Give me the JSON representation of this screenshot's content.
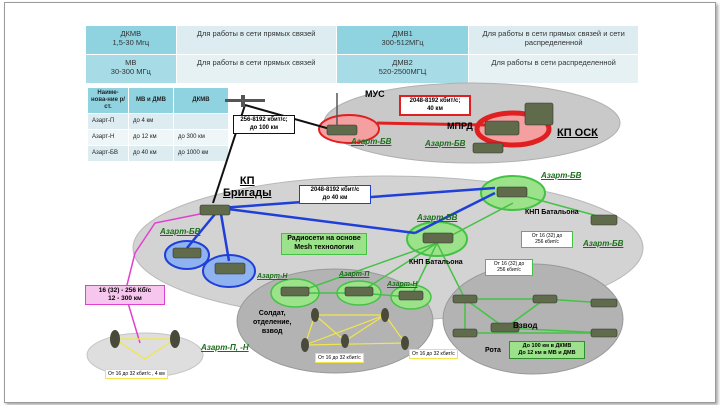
{
  "bands_table": [
    {
      "band": "ДКМВ",
      "freq": "1,5-30 Мгц",
      "use": "Для работы в сети прямых связей",
      "band2": "ДМВ1",
      "freq2": "300-512МГц",
      "use2": "Для работы в сети прямых связей и сети распределенной"
    },
    {
      "band": "МВ",
      "freq": "30-300 МГц",
      "use": "Для работы в сети прямых связей",
      "band2": "ДМВ2",
      "freq2": "520-2500МГЦ",
      "use2": "Для работы в сети распределенной"
    }
  ],
  "ranges_table": {
    "headers": [
      "Наиме-нова-ние р/ст.",
      "МВ и ДМВ",
      "ДКМВ"
    ],
    "rows": [
      [
        "Азарт-П",
        "до 4 км",
        ""
      ],
      [
        "Азарт-Н",
        "до 12 км",
        "до 300 км"
      ],
      [
        "Азарт-БВ",
        "до 40 км",
        "до 1000 км"
      ]
    ]
  },
  "labels": {
    "mus": "МУС",
    "mprd": "МПРД",
    "kp_osk": "КП ОСК",
    "kp_brigady_1": "КП",
    "kp_brigady_2": "Бригады",
    "knp_bat_top": "КНП Батальона",
    "knp_bat_mid": "КНП Батальона",
    "mesh_1": "Радиосети на основе",
    "mesh_2": "Mesh технологии",
    "soldier_1": "Солдат,",
    "soldier_2": "отделение,",
    "soldier_3": "взвод",
    "vzvod": "Взвод",
    "rota": "Рота"
  },
  "unit_names": {
    "azart_bv_osk1": "Азарт-БВ",
    "azart_bv_osk2": "Азарт-БВ",
    "azart_bv_brig": "Азарт-БВ",
    "azart_bv_knp_top": "Азарт-БВ",
    "azart_bv_knp_mid": "Азарт-БВ",
    "azart_bv_right": "Азарт-БВ",
    "azart_n_1": "Азарт-Н",
    "azart_p": "Азарт-П",
    "azart_n_2": "Азарт-Н",
    "azart_pn": "Азарт-П, -Н"
  },
  "link_labels": {
    "uav_1": "256-8192 кбит/с;",
    "uav_2": "до 100 км",
    "osk_1": "2048-8192 кбит/с;",
    "osk_2": "40 км",
    "brig_1": "2048-8192 кбит/с",
    "brig_2": "до 40 км",
    "hf_1": "16 (32) - 256 Кб/с",
    "hf_2": "12 - 300 км",
    "knp_right_1": "От 16 (32) до",
    "knp_right_2": "256 кбит/с",
    "knp_mid_1": "От 16 (32) до",
    "knp_mid_2": "256 кбит/с",
    "sold_a": "От 16 до 32 кбит/с",
    "sold_b": "От 16 до 32 кбит/с",
    "rota_1": "До 100 км в ДКМВ",
    "rota_2": "До 12 км в МВ и ДМВ",
    "azart_pn_link": "От 16 до 32 кбит/с , 4 км"
  },
  "colors": {
    "table_dark": "#8fd3e0",
    "table_light": "#dcecf0",
    "unit_green": "#1a6d1a",
    "link_blue": "#1f3fd8",
    "link_red": "#e02020",
    "link_green": "#45c245",
    "link_magenta": "#e040d0",
    "link_yellow": "#f2e64a",
    "ellipse_gray": "#c9c9c9"
  }
}
